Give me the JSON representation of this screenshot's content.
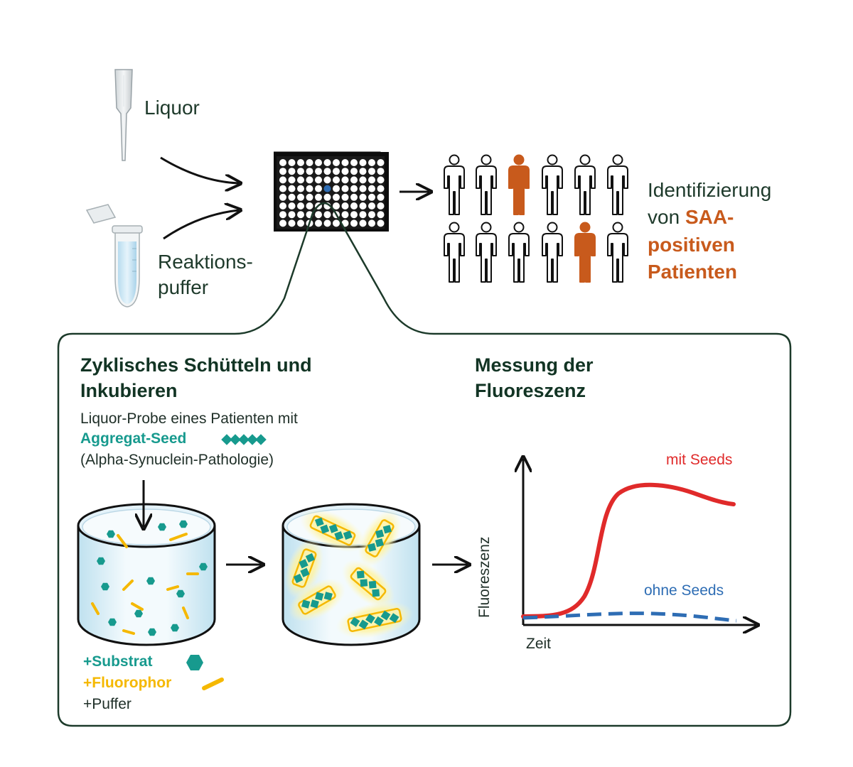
{
  "labels": {
    "liquor": "Liquor",
    "buffer_line1": "Reaktions-",
    "buffer_line2": "puffer",
    "ident_line1": "Identifizierung",
    "ident_line2_a": "von ",
    "ident_line2_b": "SAA-",
    "ident_line3": "positiven",
    "ident_line4": "Patienten"
  },
  "panel": {
    "left_title_1": "Zyklisches Schütteln und",
    "left_title_2": "Inkubieren",
    "probe_line1": "Liquor-Probe eines Patienten mit",
    "seed_label": "Aggregat-Seed",
    "probe_line3": "(Alpha-Synuclein-Pathologie)",
    "substrat": "+Substrat",
    "fluorophor": "+Fluorophor",
    "puffer": "+Puffer",
    "right_title_1": "Messung der",
    "right_title_2": "Fluoreszenz"
  },
  "chart_data": {
    "type": "line",
    "xlabel": "Zeit",
    "ylabel": "Fluoreszenz",
    "series": [
      {
        "name": "mit Seeds",
        "color": "#e02a2a",
        "style": "solid"
      },
      {
        "name": "ohne Seeds",
        "color": "#2e6db4",
        "style": "dashed"
      }
    ]
  },
  "colors": {
    "dark_green": "#1c3a2a",
    "teal": "#179a8e",
    "yellow": "#f5b800",
    "orange": "#c85a1c",
    "red": "#e02a2a",
    "blue": "#2e6db4"
  },
  "people": {
    "row1_positive": [
      false,
      false,
      true,
      false,
      false,
      false
    ],
    "row2_positive": [
      false,
      false,
      false,
      false,
      true,
      false
    ]
  }
}
